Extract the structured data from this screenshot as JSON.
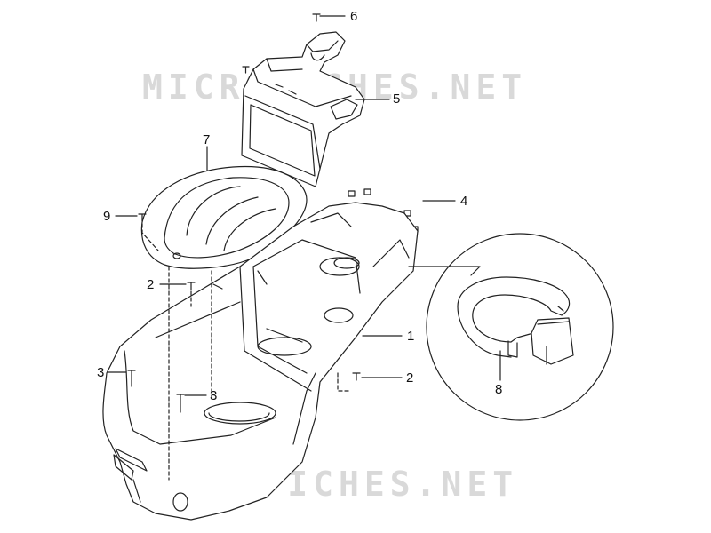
{
  "watermark": {
    "top": "MICROFICHES.NET",
    "bottom": "MICROFICHES.NET"
  },
  "callouts": {
    "c1": "1",
    "c2a": "2",
    "c2b": "2",
    "c3a": "3",
    "c3b": "3",
    "c4": "4",
    "c5": "5",
    "c6": "6",
    "c7": "7",
    "c8": "8",
    "c9": "9"
  },
  "colors": {
    "line": "#222222",
    "watermark": "#d9d9d9",
    "background": "#ffffff"
  }
}
